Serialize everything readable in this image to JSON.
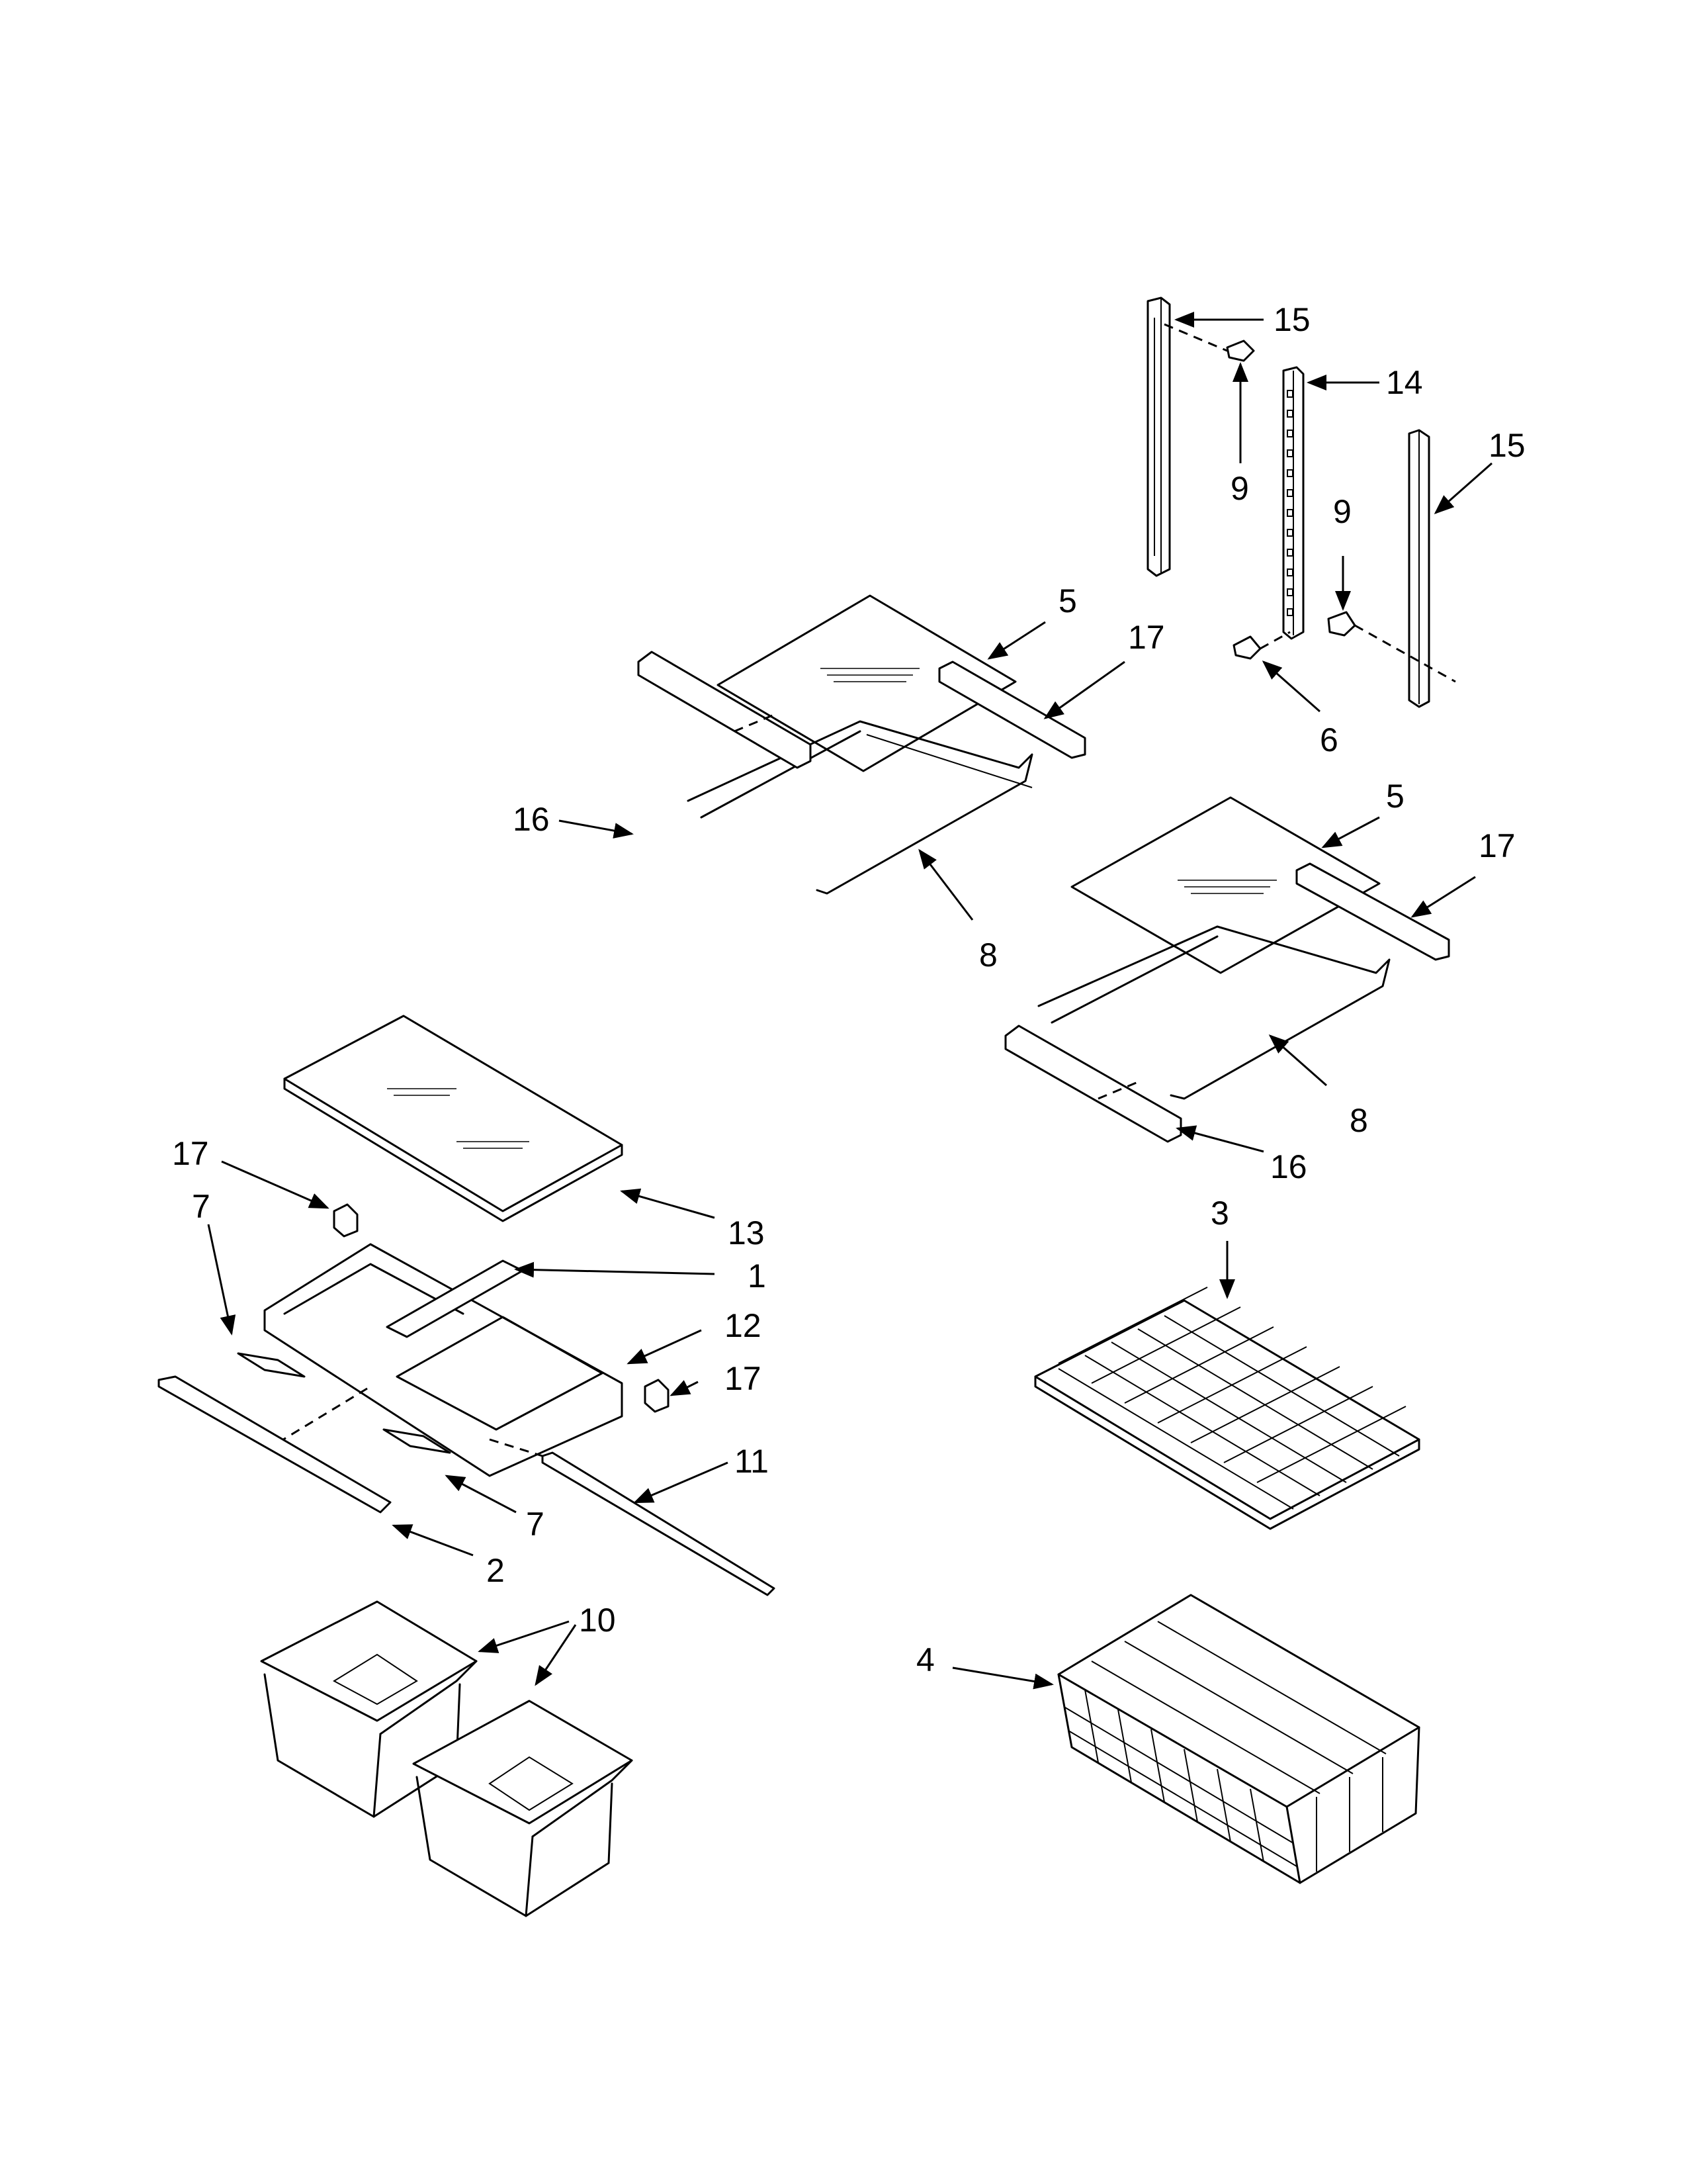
{
  "callouts": {
    "c15a": "15",
    "c14": "14",
    "c15b": "15",
    "c9a": "9",
    "c9b": "9",
    "c6": "6",
    "c5a": "5",
    "c17a": "17",
    "c16a": "16",
    "c8a": "8",
    "c5b": "5",
    "c17b": "17",
    "c8b": "8",
    "c16b": "16",
    "c17c": "17",
    "c13": "13",
    "c7a": "7",
    "c1": "1",
    "c12": "12",
    "c17d": "17",
    "c11": "11",
    "c7b": "7",
    "c2": "2",
    "c10": "10",
    "c3": "3",
    "c4": "4"
  }
}
